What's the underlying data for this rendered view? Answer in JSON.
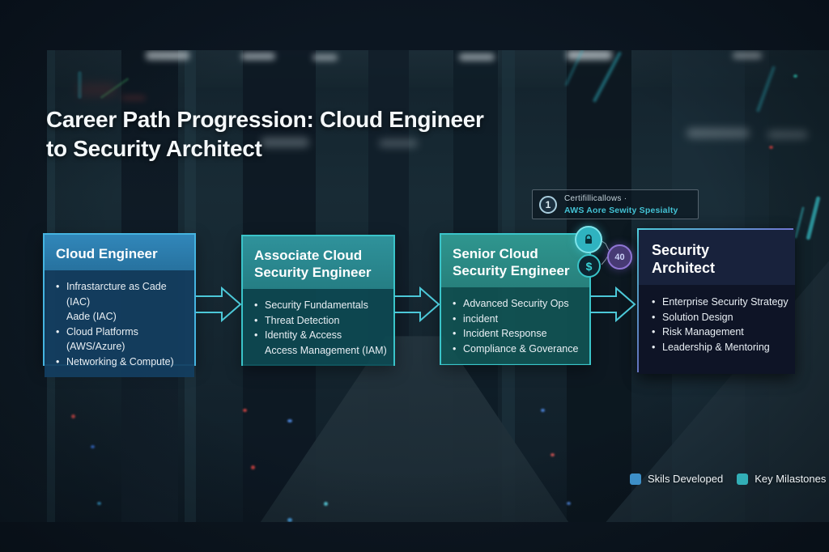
{
  "title": {
    "line1": "Career Path Progression: Cloud Engineer",
    "line2": "to Security Architect"
  },
  "certification_callout": {
    "number": "1",
    "label": "Certifillicallows ·",
    "value": "AWS Aore Sewity Spesialty"
  },
  "cards": [
    {
      "title": "Cloud Engineer",
      "bullets": [
        "Infrastarcture as Cade (IAC)\nAade (IAC)",
        "Cloud Platforms (AWS/Azure)",
        "Networking & Compute)"
      ]
    },
    {
      "title": "Associate Cloud Security Engineer",
      "bullets": [
        "Security Fundamentals",
        "Threat Detection",
        "Identity & Access\nAccess Management (IAM)"
      ]
    },
    {
      "title": "Senior Cloud Security Engineer",
      "bullets": [
        "Advanced Security Ops",
        "incident",
        "Incident Response",
        "Compliance & Goverance"
      ]
    },
    {
      "title": "Security Architect",
      "bullets": [
        "Enterprise Security Strategy",
        "Solution Design",
        "Risk Management",
        "Leadership & Mentoring"
      ]
    }
  ],
  "milestone_badges": {
    "dollar": "$",
    "forty": "40"
  },
  "legend": {
    "items": [
      {
        "label": "Skils Developed",
        "color": "#3d8fc8"
      },
      {
        "label": "Key Milastones",
        "color": "#32aeb6"
      }
    ]
  },
  "colors": {
    "card1_border": "#45b4e0",
    "card23_border": "#3ac4c9",
    "card4_gradient_start": "#55dcec",
    "card4_gradient_end": "#9a63d8",
    "arrow": "#4cc8d8"
  }
}
